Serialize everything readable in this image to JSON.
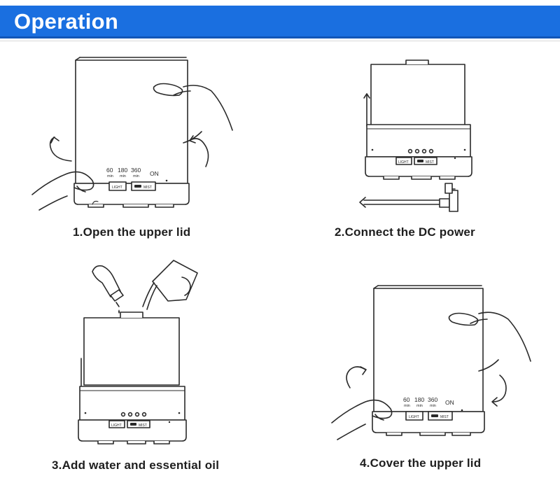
{
  "header": {
    "title": "Operation",
    "color": "#1a6fe0"
  },
  "panel": {
    "timers": [
      "60",
      "180",
      "360"
    ],
    "timer_unit": "min",
    "on_label": "ON",
    "light_button": "LIGHT",
    "mist_button": "MIST"
  },
  "steps": [
    {
      "caption": "1.Open the upper lid"
    },
    {
      "caption": "2.Connect the DC power"
    },
    {
      "caption": "3.Add water and essential oil"
    },
    {
      "caption": "4.Cover the upper lid"
    }
  ],
  "icons": [
    "hand",
    "rotate-arrow",
    "dc-plug",
    "oil-bottle",
    "water-jug"
  ]
}
